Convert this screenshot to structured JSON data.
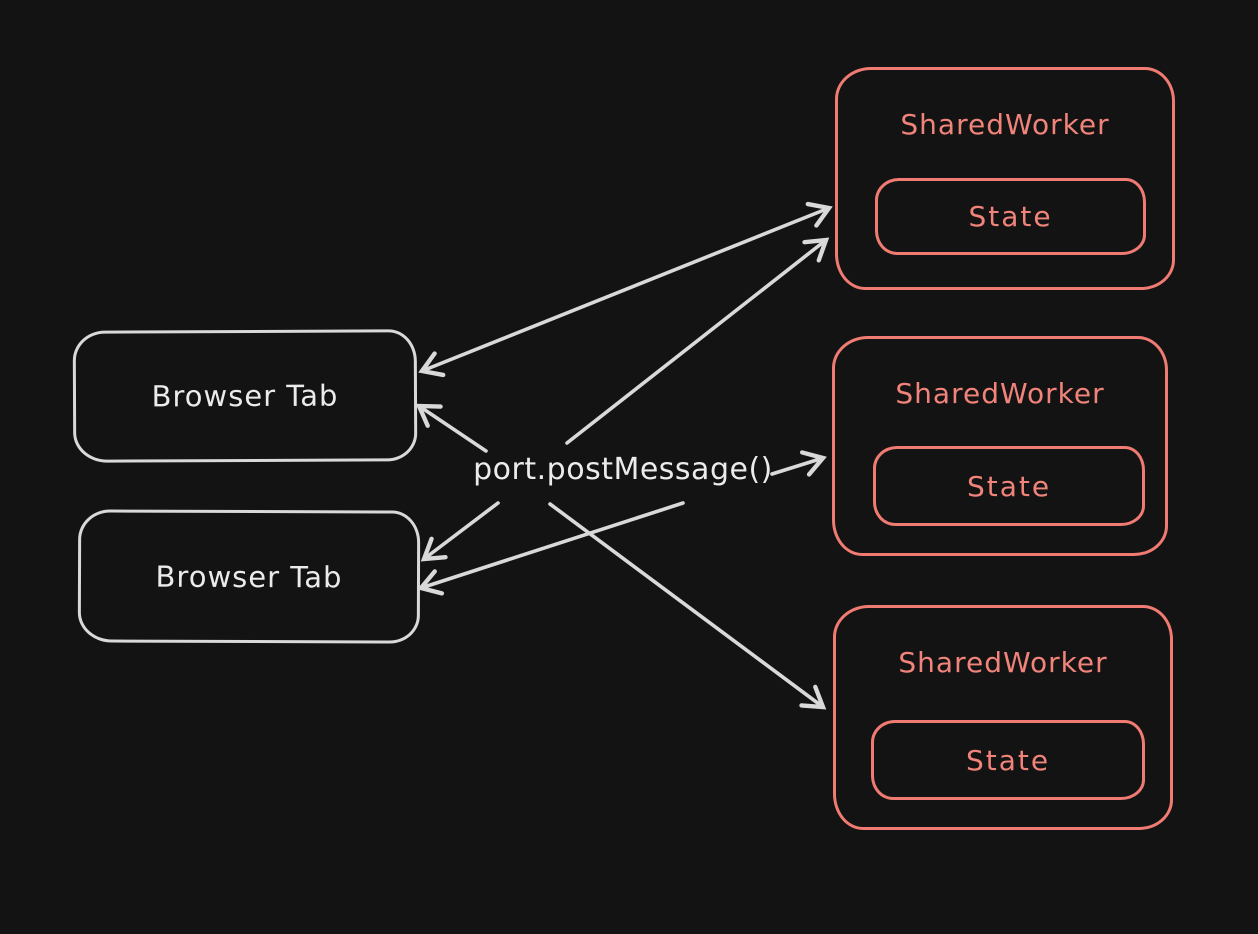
{
  "diagram": {
    "center_label": "port.postMessage()",
    "browser_tabs": [
      {
        "label": "Browser Tab"
      },
      {
        "label": "Browser Tab"
      }
    ],
    "shared_workers": [
      {
        "title": "SharedWorker",
        "state_label": "State"
      },
      {
        "title": "SharedWorker",
        "state_label": "State"
      },
      {
        "title": "SharedWorker",
        "state_label": "State"
      }
    ],
    "colors": {
      "background": "#131313",
      "tab_stroke": "#d9d9d9",
      "worker_stroke": "#ef7b72",
      "arrow_stroke": "#d9d9d9",
      "text_light": "#ebebeb"
    }
  }
}
